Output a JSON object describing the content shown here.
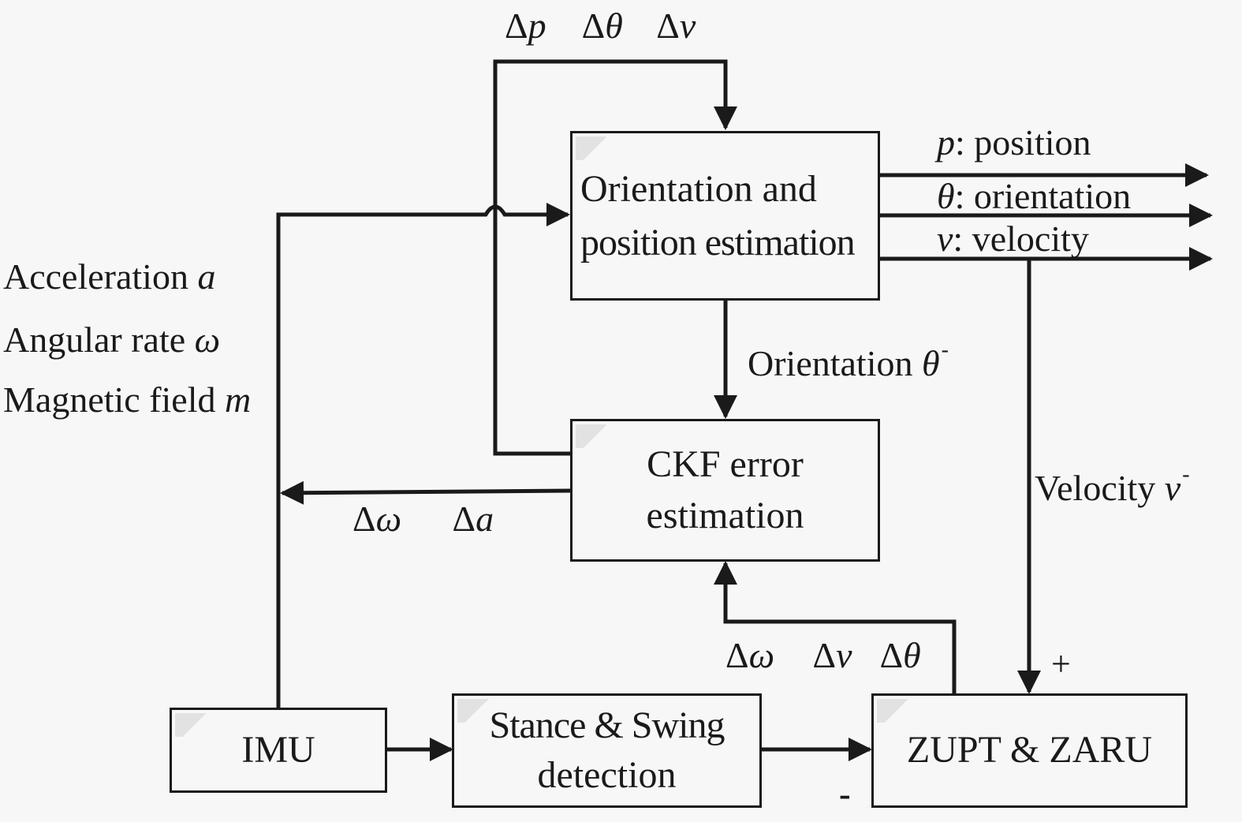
{
  "diagram": {
    "blocks": {
      "orientation_position": {
        "line1": "Orientation and",
        "line2": "position estimation"
      },
      "ckf": {
        "line1": "CKF error",
        "line2": "estimation"
      },
      "imu": {
        "line1": "IMU"
      },
      "stance_swing": {
        "line1": "Stance & Swing",
        "line2": "detection"
      },
      "zupt_zaru": {
        "line1": "ZUPT & ZARU"
      }
    },
    "inputs": {
      "acceleration": {
        "text": "Acceleration ",
        "symbol": "a"
      },
      "angular_rate": {
        "text": "Angular rate ",
        "symbol": "ω"
      },
      "magnetic_field": {
        "text": "Magnetic field ",
        "symbol": "m"
      }
    },
    "outputs": {
      "position": {
        "symbol": "p",
        "text": ": position"
      },
      "orientation": {
        "symbol": "θ",
        "text": ": orientation"
      },
      "velocity": {
        "symbol": "v",
        "text": ": velocity"
      }
    },
    "edge_labels": {
      "feedback_top": {
        "d1": "Δ",
        "s1": "p",
        "d2": "Δ",
        "s2": "θ",
        "d3": "Δ",
        "s3": "v"
      },
      "orientation_minus": {
        "text": "Orientation ",
        "symbol": "θ",
        "sup": "-"
      },
      "velocity_minus": {
        "text": "Velocity ",
        "symbol": "v",
        "sup": "-"
      },
      "imu_correction": {
        "d1": "Δ",
        "s1": "ω",
        "d2": "Δ",
        "s2": "a"
      },
      "zupt_measurement": {
        "d1": "Δ",
        "s1": "ω",
        "d2": "Δ",
        "s2": "v",
        "d3": "Δ",
        "s3": "θ"
      },
      "plus_sign": "+",
      "minus_sign": "-"
    }
  }
}
